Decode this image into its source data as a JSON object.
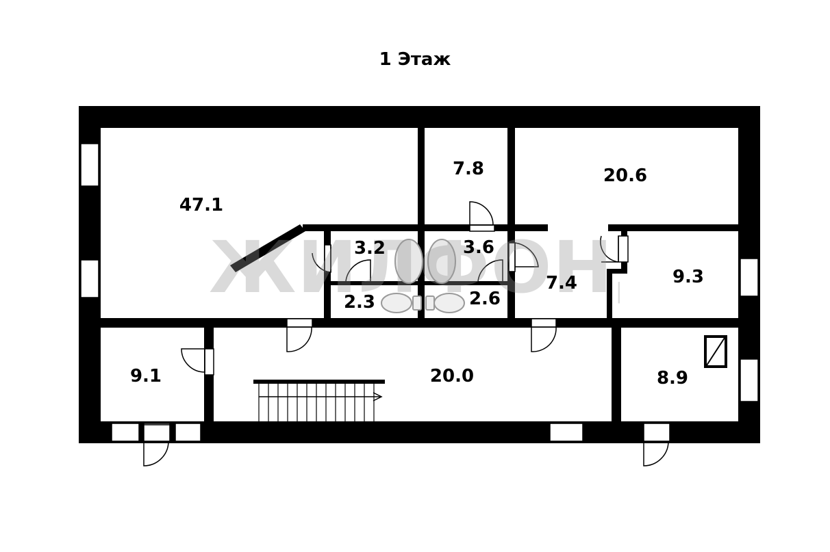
{
  "title": "1 Этаж",
  "watermark": "ЖИЛФОНД",
  "colors": {
    "wall": "#000000",
    "background": "#ffffff",
    "watermark": "#969696"
  },
  "rooms": [
    {
      "id": "room-47",
      "area": "47.1"
    },
    {
      "id": "room-7-8",
      "area": "7.8"
    },
    {
      "id": "room-20-6",
      "area": "20.6"
    },
    {
      "id": "room-3-2",
      "area": "3.2"
    },
    {
      "id": "room-3-6",
      "area": "3.6"
    },
    {
      "id": "room-2-3",
      "area": "2.3"
    },
    {
      "id": "room-2-6",
      "area": "2.6"
    },
    {
      "id": "room-7-4",
      "area": "7.4"
    },
    {
      "id": "room-9-3",
      "area": "9.3"
    },
    {
      "id": "room-9-1",
      "area": "9.1"
    },
    {
      "id": "room-20-0",
      "area": "20.0"
    },
    {
      "id": "room-8-9",
      "area": "8.9"
    }
  ],
  "icons": [
    "door-swing-icon",
    "window-icon",
    "stairs-icon",
    "bathtub-icon",
    "toilet-icon",
    "chimney-icon"
  ]
}
